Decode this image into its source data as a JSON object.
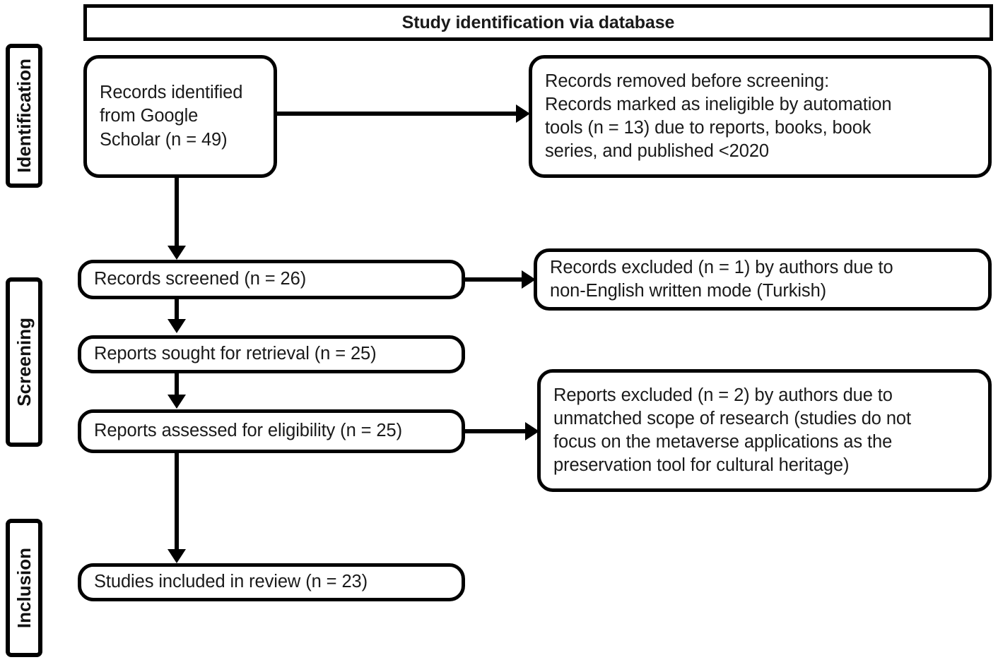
{
  "diagram": {
    "title": "Study identification via database",
    "header": {
      "label": "Study identification via database"
    },
    "stages": [
      {
        "id": "identification",
        "label": "Identification"
      },
      {
        "id": "screening",
        "label": "Screening"
      },
      {
        "id": "inclusion",
        "label": "Inclusion"
      }
    ],
    "boxes": {
      "identified": {
        "text": "Records identified\nfrom Google\nScholar (n = 49)",
        "n": 49
      },
      "removed": {
        "text": "Records removed before screening:\nRecords marked as ineligible by automation\ntools (n = 13) due to reports, books, book\nseries, and published <2020",
        "n": 13
      },
      "screened": {
        "text": "Records screened (n = 26)",
        "n": 26
      },
      "records_excluded": {
        "text": "Records excluded (n = 1) by authors due to\nnon-English written mode (Turkish)",
        "n": 1
      },
      "sought": {
        "text": "Reports sought for retrieval (n = 25)",
        "n": 25
      },
      "assessed": {
        "text": "Reports assessed for eligibility (n = 25)",
        "n": 25
      },
      "reports_excluded": {
        "text": "Reports excluded (n = 2) by authors due to\nunmatched scope of research (studies do not\nfocus on the metaverse applications as the\npreservation tool for cultural heritage)",
        "n": 2
      },
      "included": {
        "text": "Studies included in review (n = 23)",
        "n": 23
      }
    },
    "colors": {
      "stroke": "#000000",
      "fill": "#ffffff",
      "text": "#1a1a1a"
    }
  }
}
